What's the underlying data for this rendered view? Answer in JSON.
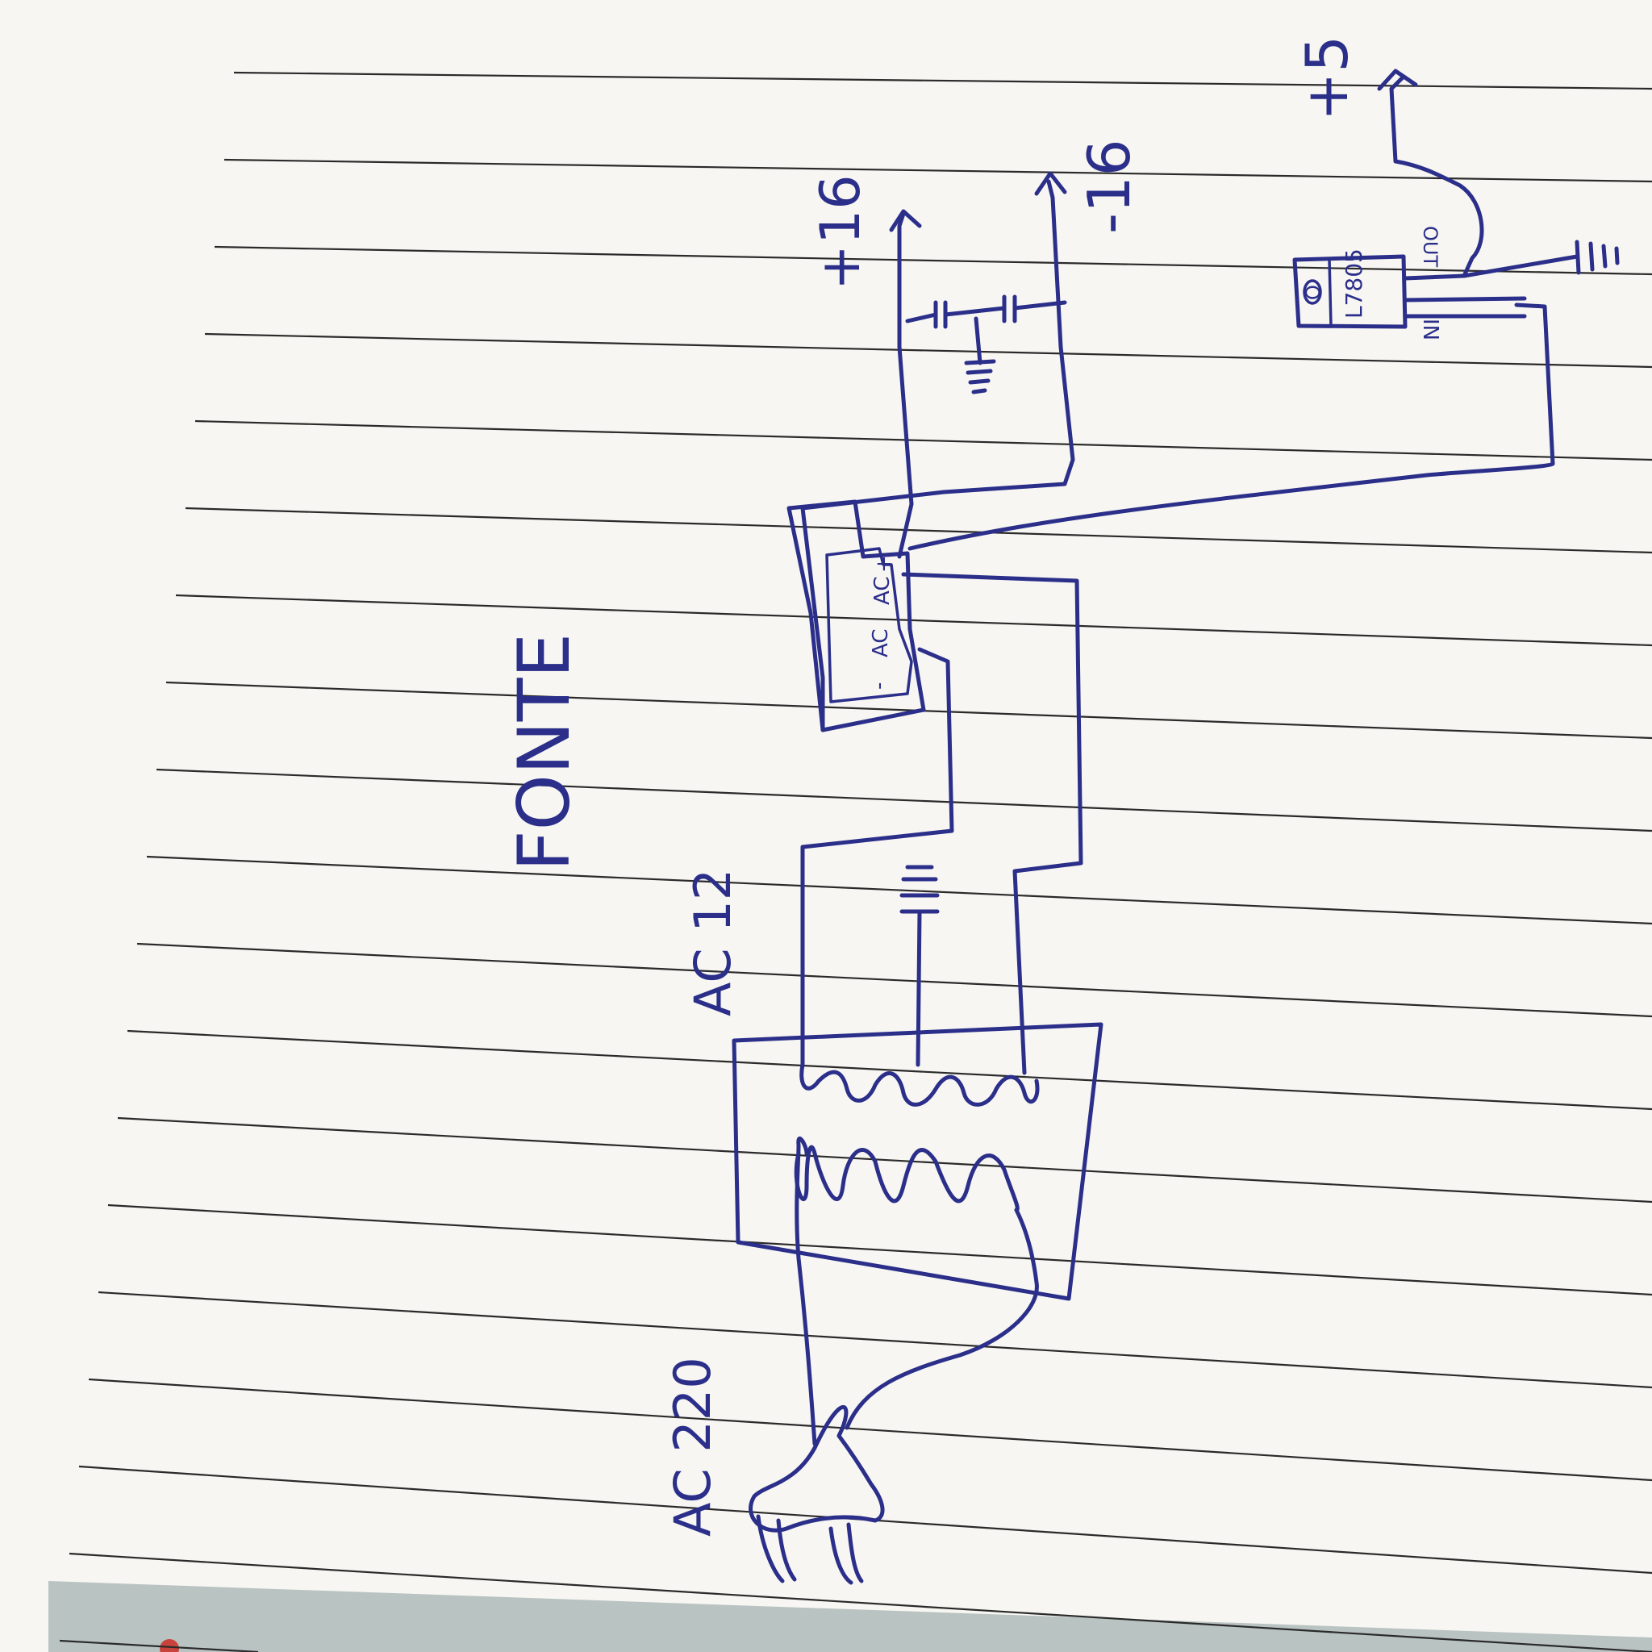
{
  "diagram": {
    "title": "FONTE",
    "labels": {
      "mains_input": "AC 220",
      "secondary": "AC 12",
      "pos_rail": "+16",
      "neg_rail": "-16",
      "reg_output": "+5"
    },
    "bridge_pins": [
      "-",
      "AC",
      "AC",
      "+"
    ],
    "regulator": {
      "part": "L7805",
      "pin_in": "IN",
      "pin_out": "OUT",
      "tab_mark": "O"
    }
  },
  "colors": {
    "ink": "#2b2f8a",
    "paper": "#f3f1ec",
    "rule": "#2a2a2a",
    "strip": "#b9c3c2",
    "accent": "#c8433b"
  }
}
